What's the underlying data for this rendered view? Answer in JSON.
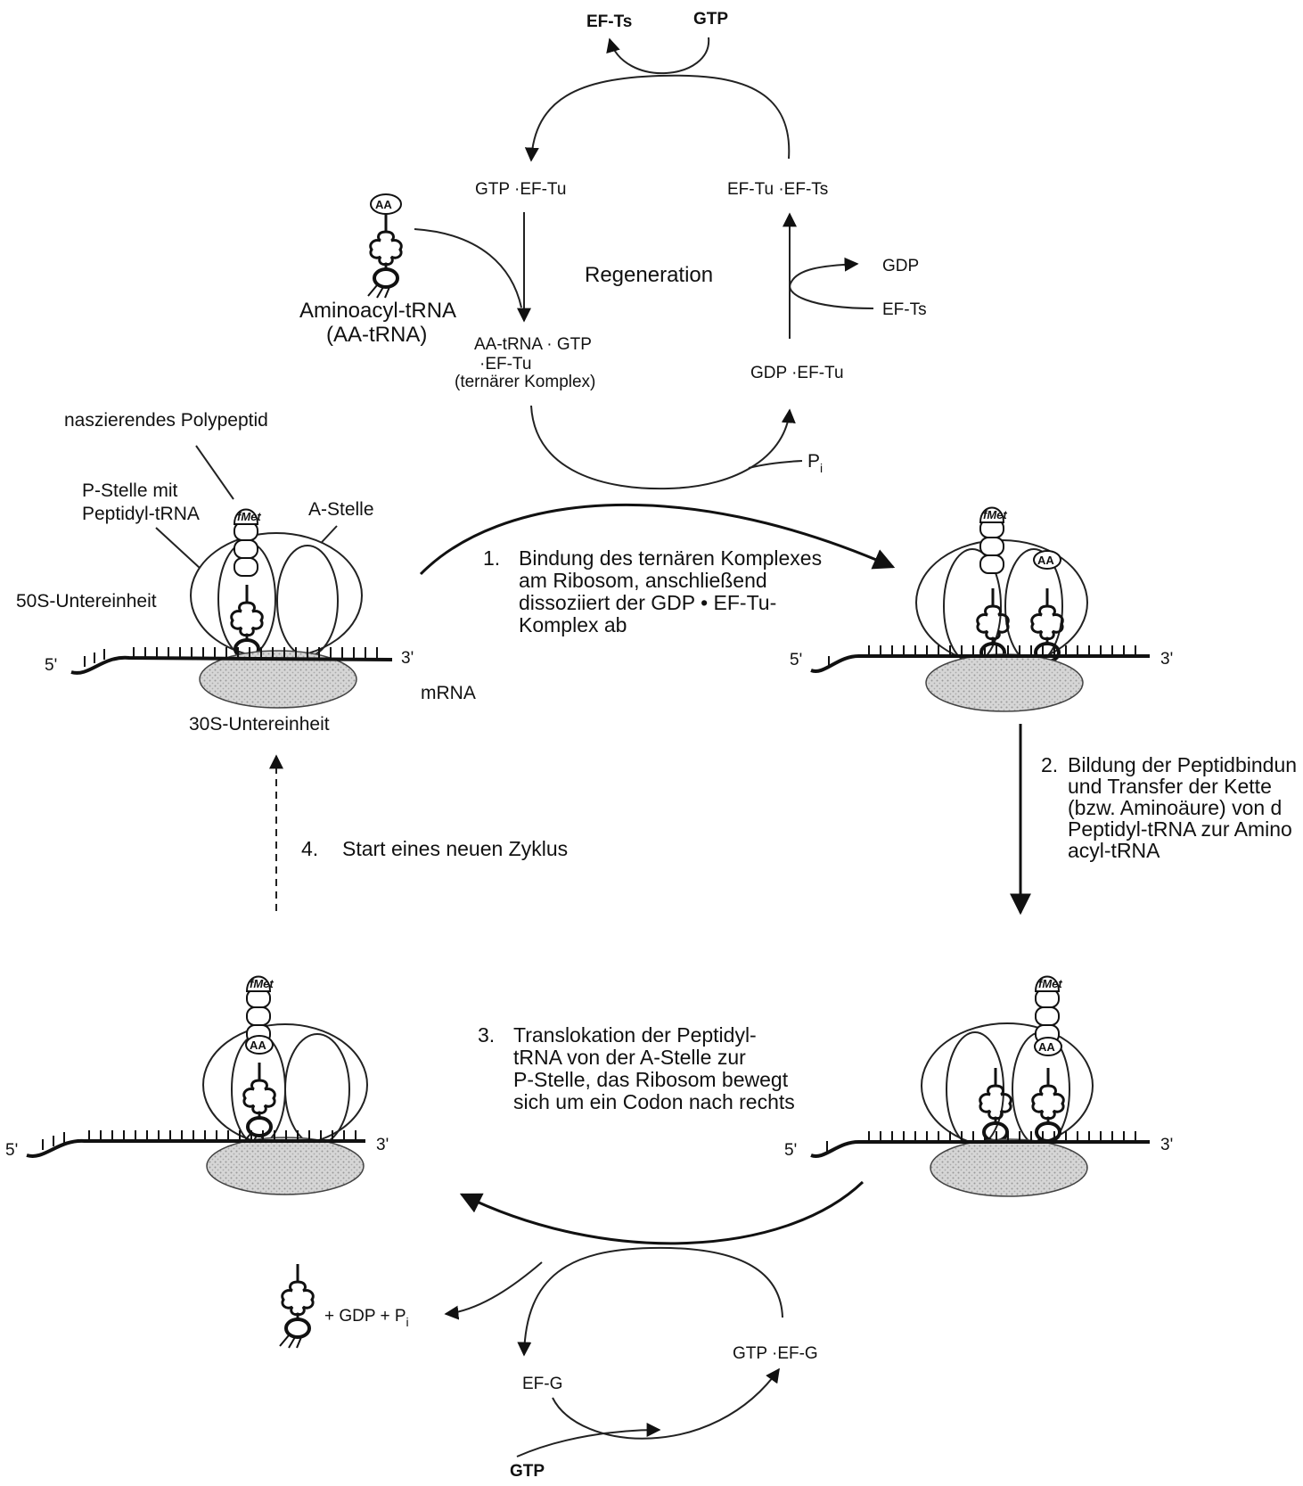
{
  "regeneration_cycle": {
    "top_ef_ts": "EF-Ts",
    "top_gtp": "GTP",
    "gtp_ef_tu": "GTP ·EF-Tu",
    "ef_tu_ef_ts": "EF-Tu ·EF-Ts",
    "title": "Regeneration",
    "gdp_out": "GDP",
    "ef_ts_in": "EF-Ts",
    "gdp_ef_tu": "GDP ·EF-Tu",
    "ternary_line1": "AA-tRNA · GTP",
    "ternary_line2": "·EF-Tu",
    "ternary_line3": "(ternärer Komplex)",
    "pi_label": "P",
    "pi_sub": "i"
  },
  "aminoacyl_trna": {
    "label_line1": "Aminoacyl-tRNA",
    "label_line2": "(AA-tRNA)",
    "aa_tag": "AA"
  },
  "ribosome_labels": {
    "polypeptide": "naszierendes Polypeptid",
    "p_site_line1": "P-Stelle mit",
    "p_site_line2": "Peptidyl-tRNA",
    "a_site": "A-Stelle",
    "subunit_50s": "50S-Untereinheit",
    "subunit_30s": "30S-Untereinheit",
    "mrna": "mRNA",
    "five_prime": "5'",
    "three_prime": "3'",
    "fmet": "fMet",
    "aa": "AA"
  },
  "steps": {
    "step1_num": "1.",
    "step1_lines": [
      "Bindung des ternären Komplexes",
      "am Ribosom, anschließend",
      "dissoziiert der GDP • EF-Tu-",
      "Komplex ab"
    ],
    "step2_num": "2.",
    "step2_lines": [
      "Bildung der Peptidbindun",
      "und  Transfer der Kette",
      "(bzw. Aminoäure) von d",
      "Peptidyl-tRNA zur Amino",
      "acyl-tRNA"
    ],
    "step3_num": "3.",
    "step3_lines": [
      "Translokation der Peptidyl-",
      "tRNA von der A-Stelle zur",
      "P-Stelle, das Ribosom bewegt",
      "sich um ein Codon nach rechts"
    ],
    "step4_num": "4.",
    "step4_text": "Start eines neuen Zyklus"
  },
  "efg_cycle": {
    "release": "+ GDP + P",
    "release_sub": "i",
    "gtp_ef_g": "GTP ·EF-G",
    "ef_g": "EF-G",
    "gtp": "GTP"
  }
}
